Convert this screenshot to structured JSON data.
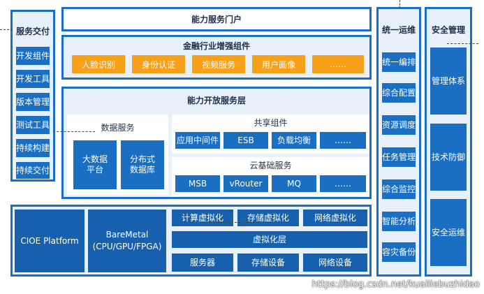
{
  "left": {
    "title": "服务交付",
    "items": [
      "开发组件",
      "开发工具",
      "版本管理",
      "测试工具",
      "持续构建",
      "持续交付"
    ]
  },
  "portal": {
    "title": "能力服务门户"
  },
  "finance": {
    "title": "金融行业增强组件",
    "items": [
      "人脸识别",
      "身份认证",
      "视频服务",
      "用户画像",
      "……"
    ]
  },
  "open_layer": {
    "title": "能力开放服务层",
    "data_service": {
      "title": "数据服务",
      "items": [
        "大数据\n平台",
        "分布式\n数据库"
      ]
    },
    "shared": {
      "title": "共享组件",
      "items": [
        "应用中间件",
        "ESB",
        "负载均衡",
        "……"
      ]
    },
    "cloud": {
      "title": "云基础服务",
      "items": [
        "MSB",
        "vRouter",
        "MQ",
        "……"
      ]
    }
  },
  "infra": {
    "cloe": "CIOE Platform",
    "baremetal": "BareMetal\n(CPU/GPU/FPGA)",
    "virt_top": [
      "计算虚拟化",
      "存储虚拟化",
      "网络虚拟化"
    ],
    "virt_layer": "虚拟化层",
    "hardware": [
      "服务器",
      "存储设备",
      "网络设备"
    ]
  },
  "ops": {
    "title": "统一运维",
    "items": [
      "统一编排",
      "综合配置",
      "资源调度",
      "任务管理",
      "综合监控",
      "智能分析",
      "容灾备份"
    ]
  },
  "security": {
    "title": "安全管理",
    "items": [
      "管理体系",
      "技术防御",
      "安全运维"
    ]
  },
  "watermark": "https://blog.csdn.net/kuailiebuzhidao",
  "colors": {
    "blue": "#1a6fc2",
    "orange": "#f7a11a",
    "panel": "#e8f1f9"
  }
}
